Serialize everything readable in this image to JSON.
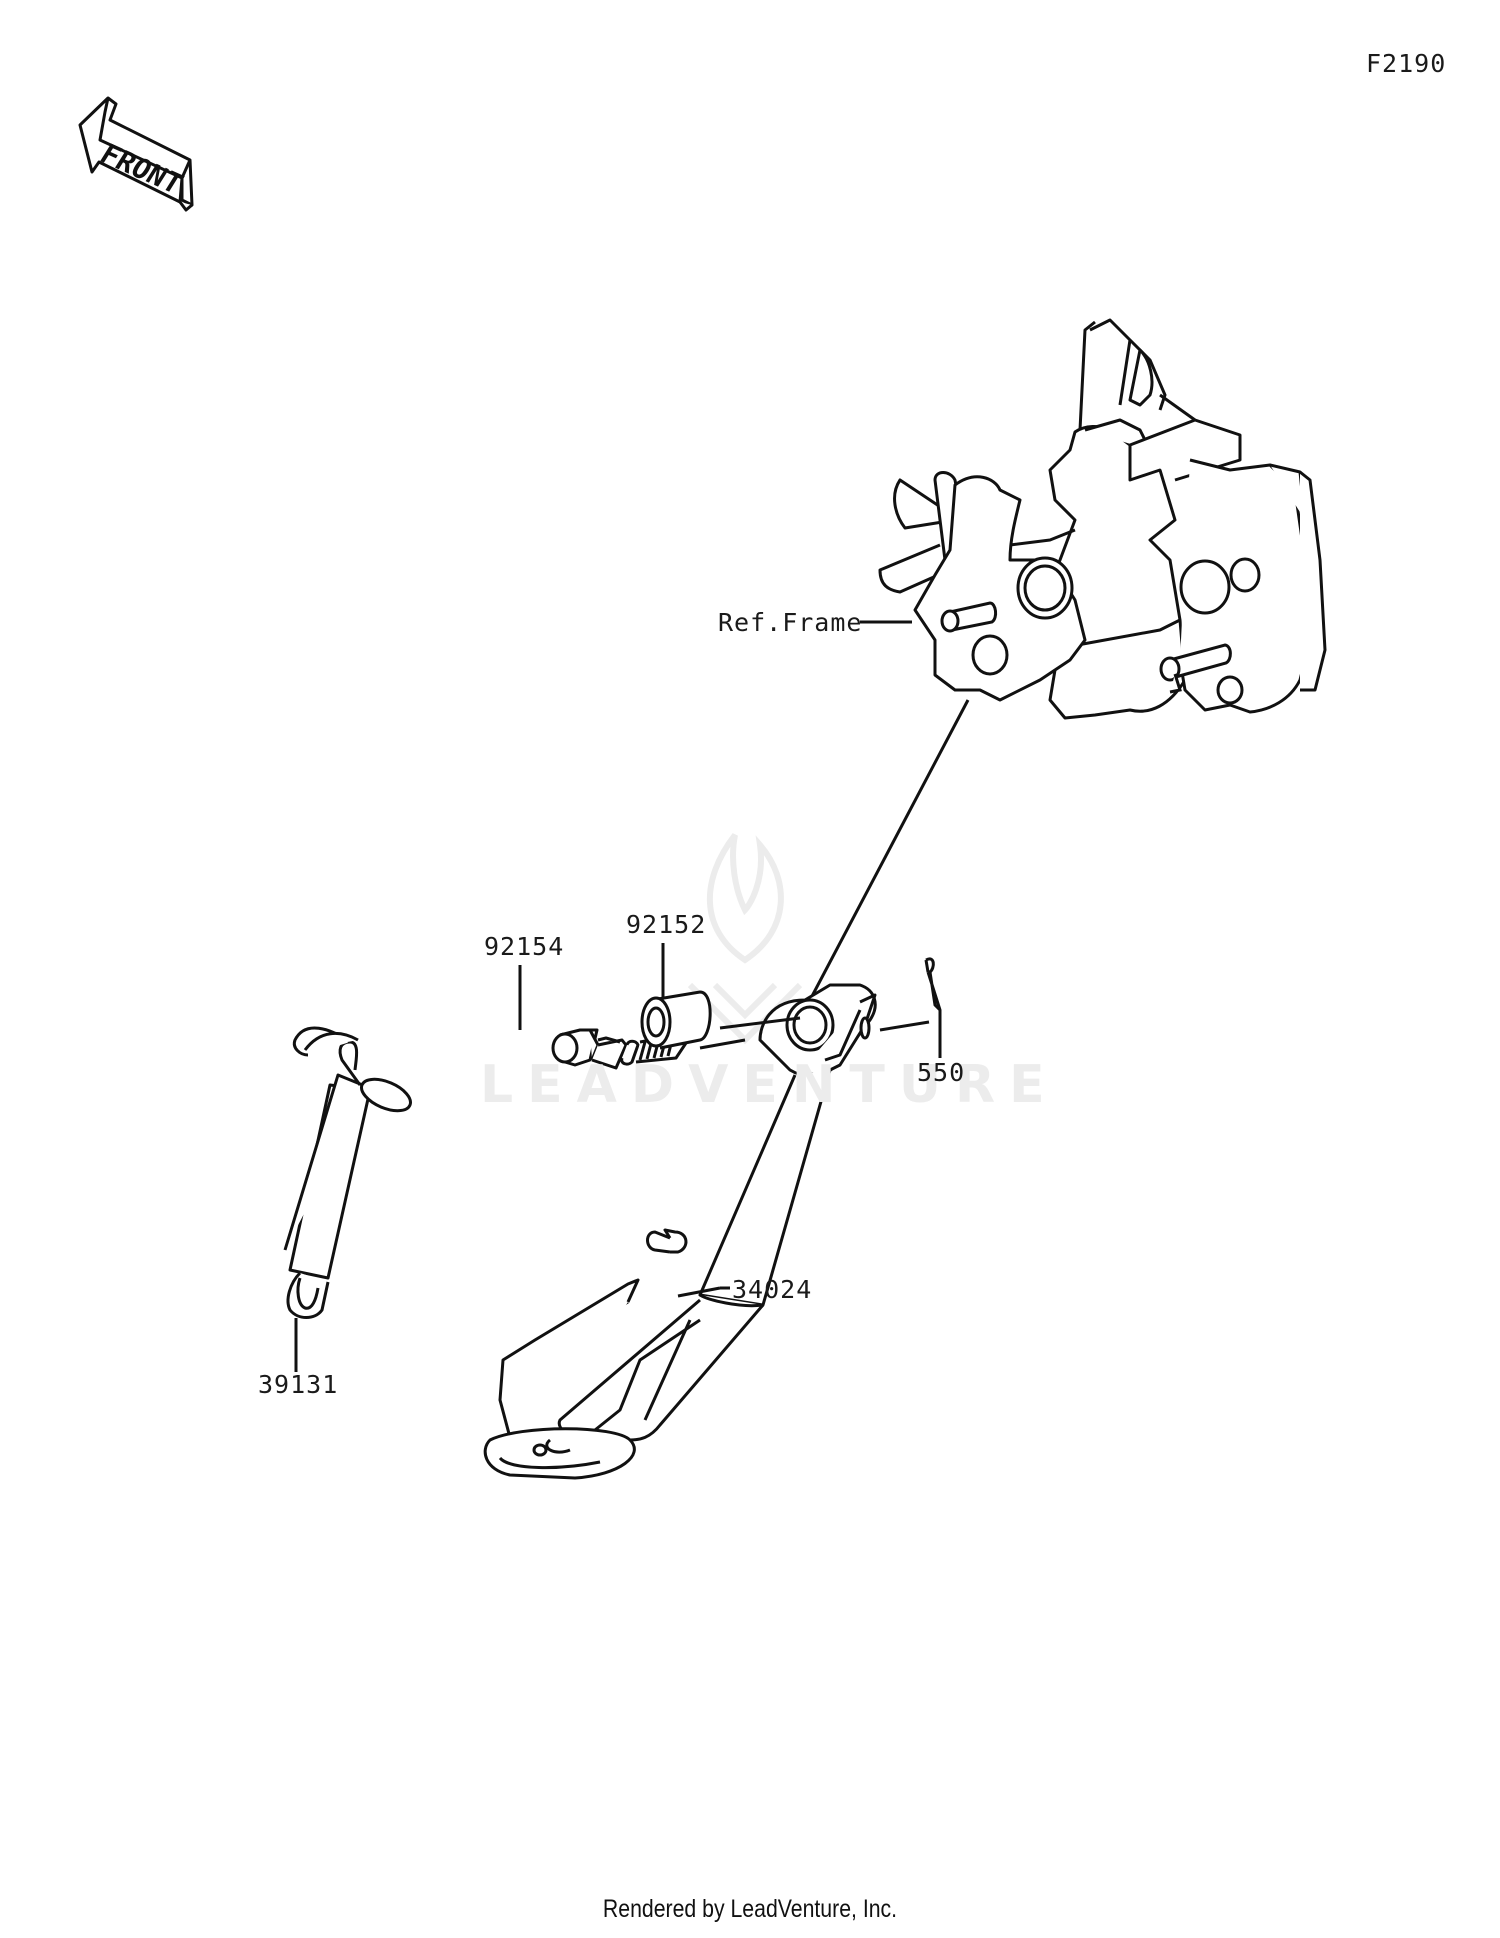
{
  "diagram_code": "F2190",
  "front_arrow": {
    "text": "FRONT",
    "icon": "front-arrow-icon"
  },
  "labels": {
    "ref_frame": "Ref.Frame",
    "bolt": "92154",
    "collar": "92152",
    "cotter_pin": "550",
    "side_stand": "34024",
    "spring": "39131"
  },
  "watermark": {
    "text": "LEADVENTURE",
    "icon": "leadventure-flame-logo-icon"
  },
  "footer": "Rendered by LeadVenture, Inc."
}
